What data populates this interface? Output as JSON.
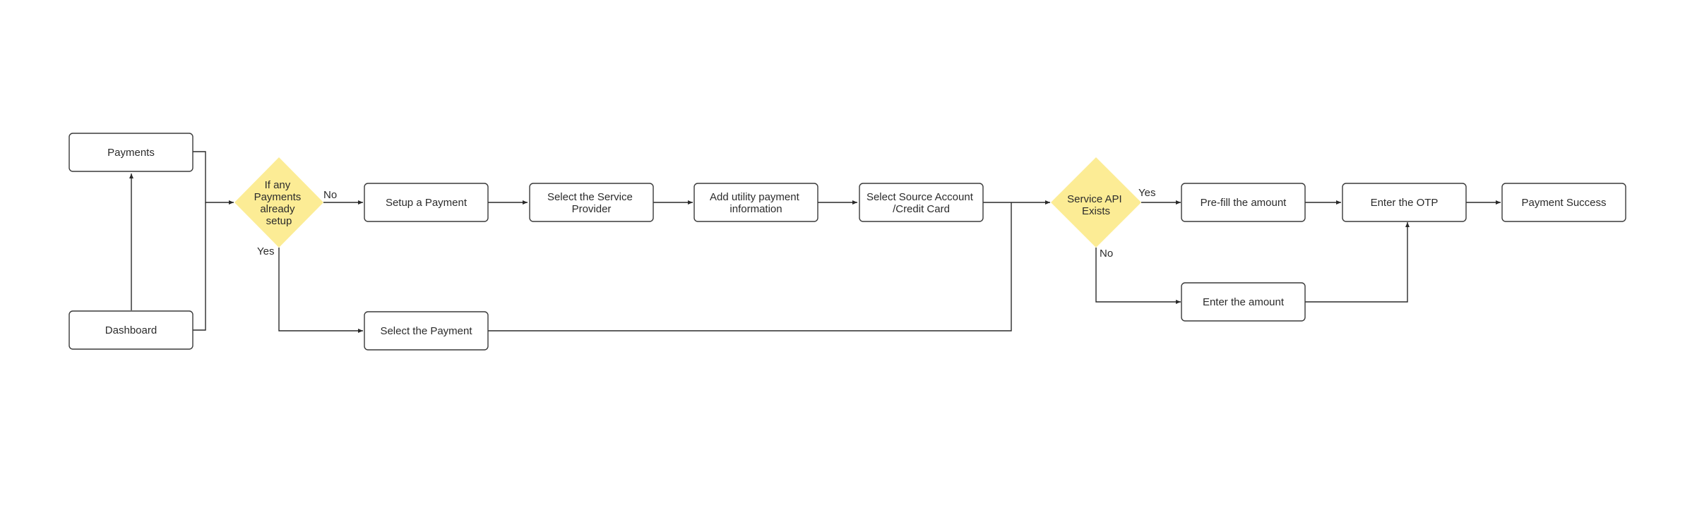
{
  "nodes": {
    "payments": "Payments",
    "dashboard": "Dashboard",
    "decision_setup": [
      "If any",
      "Payments",
      "already",
      "setup"
    ],
    "setup_payment": "Setup a Payment",
    "select_provider": [
      "Select the Service",
      "Provider"
    ],
    "add_utility": [
      "Add utility payment",
      "information"
    ],
    "select_source": [
      "Select Source Account",
      "/Credit Card"
    ],
    "select_payment": "Select the Payment",
    "decision_api": [
      "Service API",
      "Exists"
    ],
    "prefill_amount": "Pre-fill the amount",
    "enter_amount": "Enter the amount",
    "enter_otp": "Enter the OTP",
    "payment_success": "Payment Success"
  },
  "edge_labels": {
    "setup_no": "No",
    "setup_yes": "Yes",
    "api_yes": "Yes",
    "api_no": "No"
  },
  "colors": {
    "decision_fill": "#fcec95",
    "box_stroke": "#3a3a3a"
  }
}
